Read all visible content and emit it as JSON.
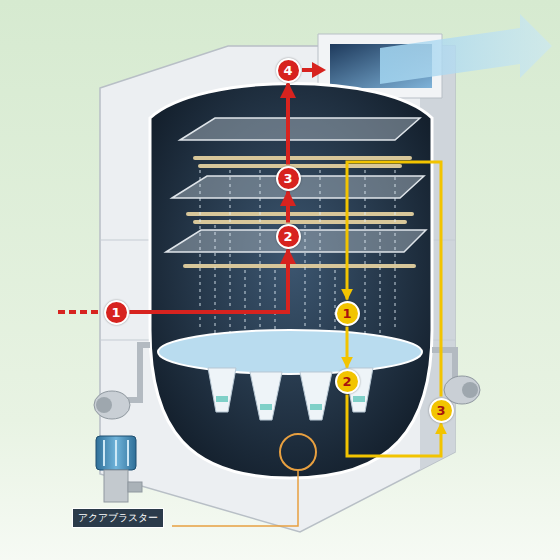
{
  "diagram": {
    "nodes": [
      {
        "text": [
          "1"
        ]
      },
      {
        "text": [
          "2"
        ]
      },
      {
        "text": [
          "3"
        ]
      },
      {
        "text": [
          "4"
        ]
      },
      {
        "text": [
          "1"
        ]
      },
      {
        "text": [
          "2"
        ]
      },
      {
        "text": [
          "3"
        ]
      },
      {
        "text": [
          "アクアブラスター"
        ]
      }
    ],
    "edges": [
      {
        "from": 0,
        "to": 1,
        "arrow": "to"
      },
      {
        "from": 1,
        "to": 2,
        "arrow": "to"
      },
      {
        "from": 2,
        "to": 3,
        "arrow": "to"
      },
      {
        "from": 4,
        "to": 5,
        "arrow": "to"
      },
      {
        "from": 5,
        "to": 6,
        "arrow": "to"
      },
      {
        "from": 6,
        "to": 4,
        "arrow": "to"
      }
    ]
  }
}
